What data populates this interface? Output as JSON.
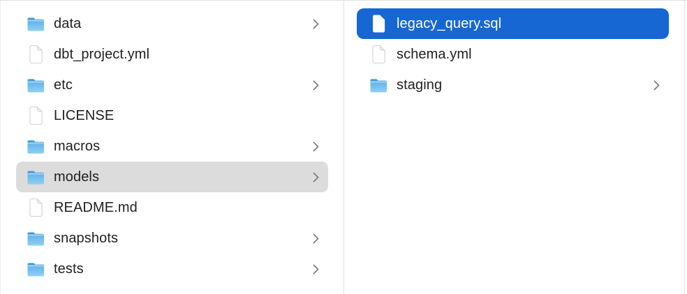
{
  "view": "file-browser-column-view",
  "colors": {
    "selection_blue": "#1667d3",
    "selection_gray": "#dcdcdc",
    "text": "#212123",
    "divider": "#e0e0e0",
    "chevron": "#7e7e7e",
    "folder_tab": "#3f98da",
    "folder_body_top": "#5fb0e9",
    "folder_body_bottom": "#8fd0f5"
  },
  "columns": [
    {
      "name": "left",
      "items": [
        {
          "label": "data",
          "icon": "folder-icon",
          "selected": "none",
          "chevron": true
        },
        {
          "label": "dbt_project.yml",
          "icon": "file-icon",
          "selected": "none",
          "chevron": false
        },
        {
          "label": "etc",
          "icon": "folder-icon",
          "selected": "none",
          "chevron": true
        },
        {
          "label": "LICENSE",
          "icon": "file-icon",
          "selected": "none",
          "chevron": false
        },
        {
          "label": "macros",
          "icon": "folder-icon",
          "selected": "none",
          "chevron": true
        },
        {
          "label": "models",
          "icon": "folder-icon",
          "selected": "gray",
          "chevron": true
        },
        {
          "label": "README.md",
          "icon": "file-icon",
          "selected": "none",
          "chevron": false
        },
        {
          "label": "snapshots",
          "icon": "folder-icon",
          "selected": "none",
          "chevron": true
        },
        {
          "label": "tests",
          "icon": "folder-icon",
          "selected": "none",
          "chevron": true
        }
      ]
    },
    {
      "name": "right",
      "items": [
        {
          "label": "legacy_query.sql",
          "icon": "file-icon",
          "selected": "blue",
          "chevron": false
        },
        {
          "label": "schema.yml",
          "icon": "file-icon",
          "selected": "none",
          "chevron": false
        },
        {
          "label": "staging",
          "icon": "folder-icon",
          "selected": "none",
          "chevron": true
        }
      ]
    }
  ]
}
